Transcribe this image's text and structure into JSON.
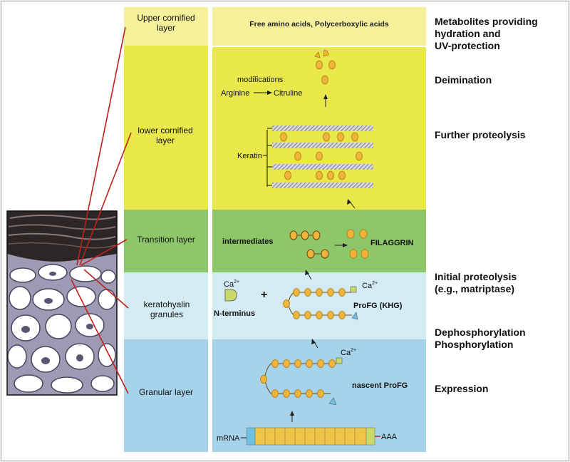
{
  "layers": [
    {
      "id": "upper-cornified",
      "label": "Upper cornified layer",
      "color": "#f5f09a"
    },
    {
      "id": "lower-cornified",
      "label": "lower cornified layer",
      "color": "#e8e84a"
    },
    {
      "id": "transition",
      "label": "Transition layer",
      "color": "#8dc76a"
    },
    {
      "id": "keratohyalin",
      "label": "keratohyalin granules",
      "color": "#d3ebf3"
    },
    {
      "id": "granular",
      "label": "Granular layer",
      "color": "#a6d3ea"
    }
  ],
  "panel": {
    "top_text": "Free amino acids, Polycerboxylic acids",
    "modifications": "modifications",
    "arginine": "Arginine",
    "citruline": "Citruline",
    "keratin": "Keratin",
    "intermediates": "intermediates",
    "filaggrin": "FILAGGRIN",
    "ca": "Ca",
    "ca_sup": "2+",
    "plus": "+",
    "n_terminus": "N-terminus",
    "profg_khg": "ProFG (KHG)",
    "nascent": "nascent ProFG",
    "mrna": "mRNA",
    "aaa": "AAA"
  },
  "steps": {
    "metabolites": [
      "Metabolites providing",
      "hydration and",
      "UV-protection"
    ],
    "deimination": "Deimination",
    "further": "Further proteolysis",
    "initial": [
      "Initial proteolysis",
      "(e.g., matriptase)"
    ],
    "dephos": [
      "Dephosphorylation",
      "Phosphorylation"
    ],
    "expression": "Expression"
  },
  "colors": {
    "bead": "#f0b43a",
    "bead_stroke": "#b07a10",
    "connector": "#c0201a",
    "ca_box": "#c8d96a",
    "frame": "#bbbbbb",
    "panel_divider": "#ffffff"
  }
}
